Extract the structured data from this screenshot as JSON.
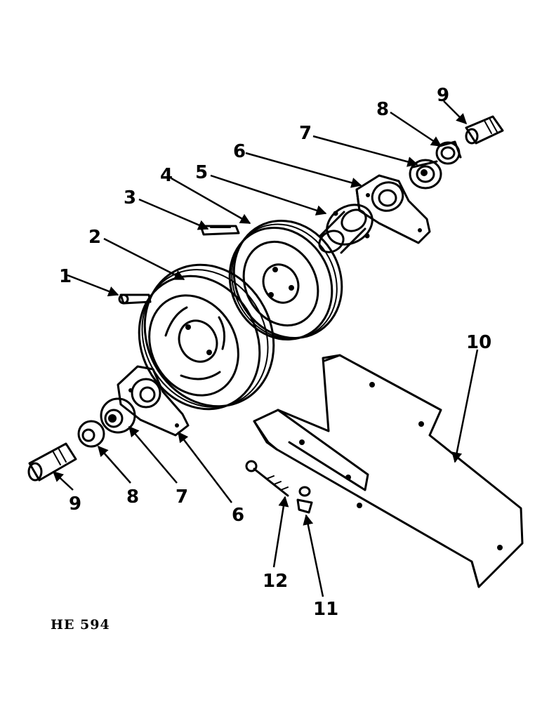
{
  "callouts": {
    "c1": "1",
    "c2": "2",
    "c3": "3",
    "c4": "4",
    "c5": "5",
    "c6_top": "6",
    "c7_top": "7",
    "c8_top": "8",
    "c9_top": "9",
    "c10": "10",
    "c9_bottom": "9",
    "c8_bottom": "8",
    "c7_bottom": "7",
    "c6_bottom": "6",
    "c12": "12",
    "c11": "11"
  },
  "drawing_code": "HE 594"
}
